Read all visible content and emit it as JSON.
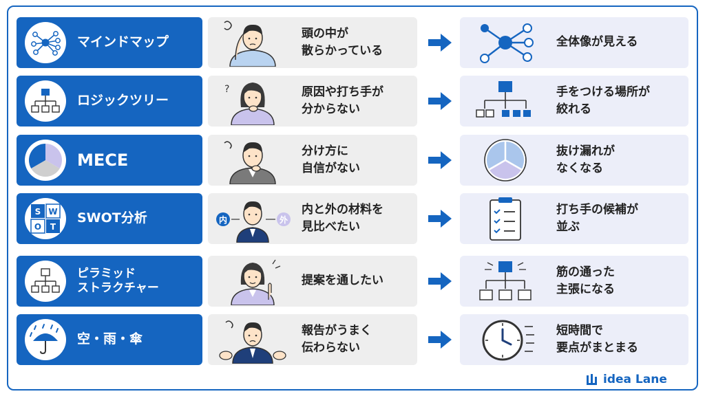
{
  "colors": {
    "accent": "#1565c0",
    "problem_bg": "#eeeeee",
    "result_bg": "#eceef9",
    "lavender": "#c9c3ec"
  },
  "rows": [
    {
      "method": "マインドマップ",
      "method_icon": "mind-map-icon",
      "problem": "頭の中が\n散らかっている",
      "result_icon": "network-icon",
      "result": "全体像が見える"
    },
    {
      "method": "ロジックツリー",
      "method_icon": "tree-diagram-icon",
      "problem": "原因や打ち手が\n分からない",
      "result_icon": "tree-diagram-icon",
      "result": "手をつける場所が\n絞れる"
    },
    {
      "method": "MECE",
      "method_icon": "pie-chart-icon",
      "problem": "分け方に\n自信がない",
      "result_icon": "pie-chart-icon",
      "result": "抜け漏れが\nなくなる"
    },
    {
      "method": "SWOT分析",
      "method_icon": "swot-grid-icon",
      "problem": "内と外の材料を\n見比べたい",
      "result_icon": "checklist-icon",
      "result": "打ち手の候補が\n並ぶ",
      "labels": {
        "inner": "内",
        "outer": "外",
        "s": "S",
        "w": "W",
        "o": "O",
        "t": "T"
      }
    },
    {
      "method": "ピラミッド\nストラクチャー",
      "method_icon": "pyramid-structure-icon",
      "problem": "提案を通したい",
      "result_icon": "pyramid-structure-icon",
      "result": "筋の通った\n主張になる"
    },
    {
      "method": "空・雨・傘",
      "method_icon": "umbrella-rain-icon",
      "problem": "報告がうまく\n伝わらない",
      "result_icon": "clock-icon",
      "result": "短時間で\n要点がまとまる"
    }
  ],
  "brand": {
    "name": "idea Lane"
  }
}
